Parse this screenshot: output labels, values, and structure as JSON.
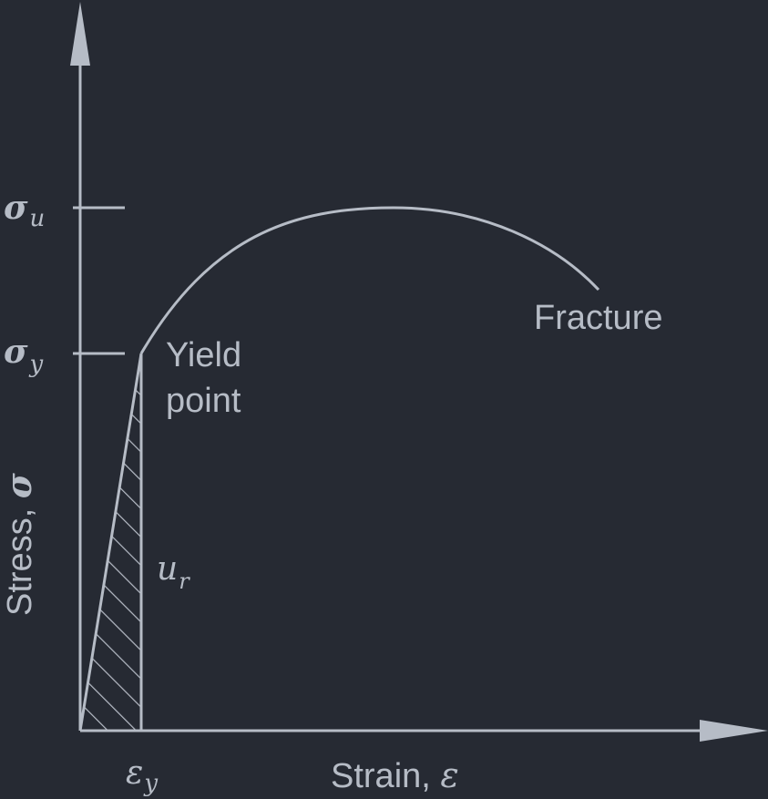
{
  "colors": {
    "background": "#262a33",
    "ink": "#b6bcc6"
  },
  "axes": {
    "x_label": "Strain, ",
    "x_symbol": "ε",
    "y_label": "Stress, ",
    "y_symbol": "σ"
  },
  "ticks": {
    "sigma_u": {
      "base": "σ",
      "sub": "u"
    },
    "sigma_y": {
      "base": "σ",
      "sub": "y"
    },
    "epsilon_y": {
      "base": "ε",
      "sub": "y"
    }
  },
  "annotations": {
    "yield_line1": "Yield",
    "yield_line2": "point",
    "fracture": "Fracture",
    "resilience": {
      "base": "u",
      "sub": "r"
    }
  }
}
